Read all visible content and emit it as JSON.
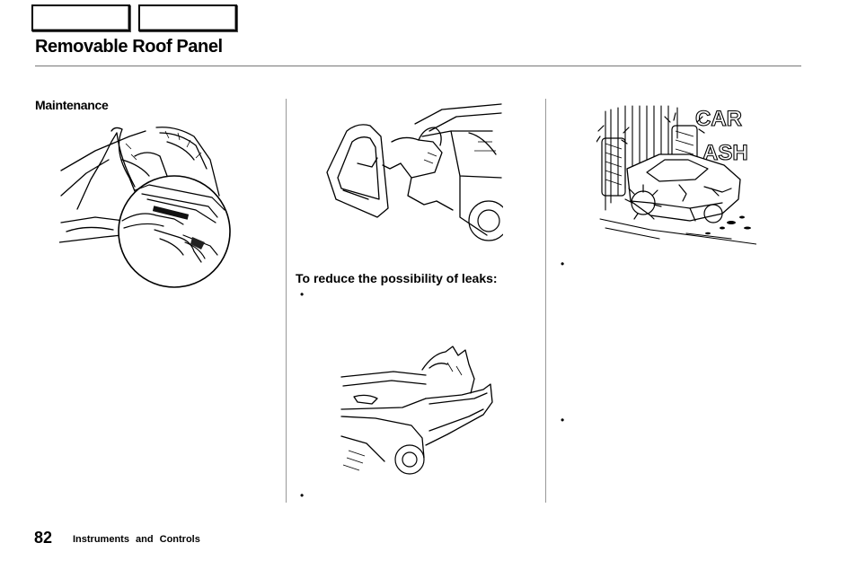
{
  "page": {
    "title": "Removable Roof Panel",
    "page_number": "82",
    "section": "Instruments and Controls"
  },
  "maintenance": {
    "heading": "Maintenance"
  },
  "leaks": {
    "heading": "To reduce the possibility of leaks:"
  },
  "bullets": [
    "•",
    "•",
    "•",
    "•"
  ],
  "illustrations": {
    "car_wash_sign": [
      "CAR",
      "ASH"
    ]
  }
}
